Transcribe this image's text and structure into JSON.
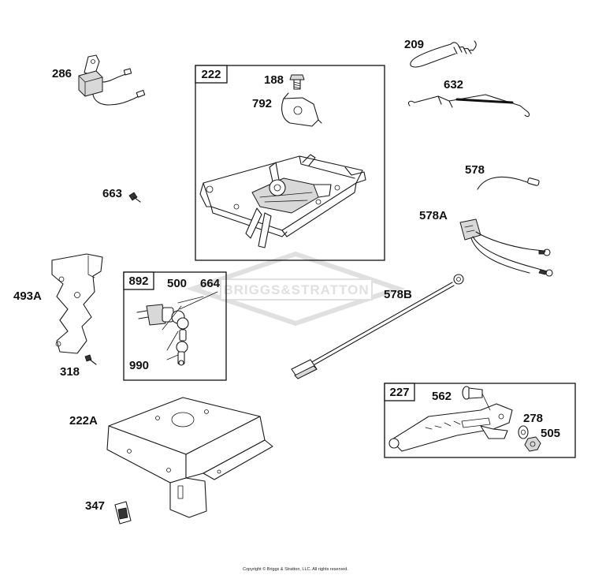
{
  "parts": {
    "p209": "209",
    "p632": "632",
    "p286": "286",
    "p188": "188",
    "p792": "792",
    "p578": "578",
    "p578A": "578A",
    "p663": "663",
    "p493A": "493A",
    "p318": "318",
    "p500": "500",
    "p664": "664",
    "p990": "990",
    "p578B": "578B",
    "p222A": "222A",
    "p562": "562",
    "p278": "278",
    "p505": "505",
    "p347": "347"
  },
  "groups": {
    "g222": "222",
    "g892": "892",
    "g227": "227"
  },
  "watermark": "BRIGGS&STRATTON",
  "copyright": "Copyright © Briggs & Stratton, LLC. All rights reserved.",
  "colors": {
    "line": "#1a1a1a",
    "watermark": "#c8c8c8"
  }
}
